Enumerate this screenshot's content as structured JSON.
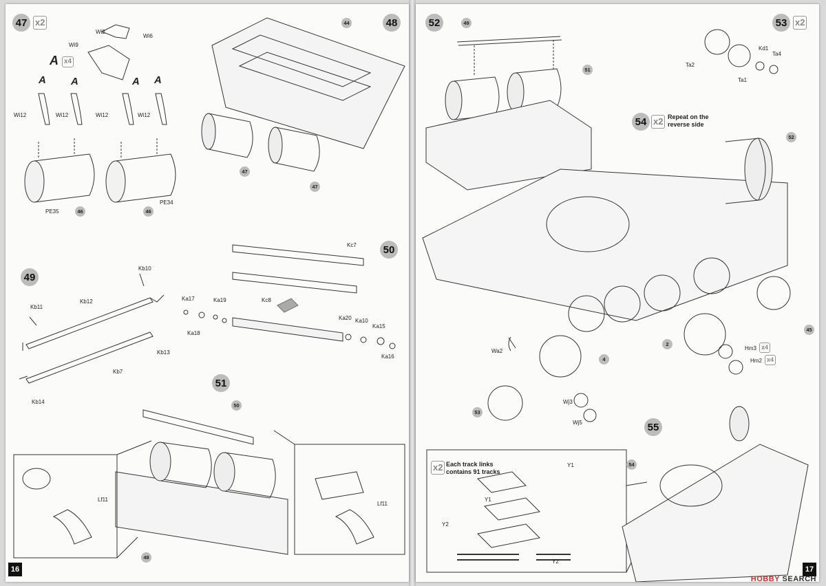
{
  "left_page": {
    "page_number": "16",
    "steps": {
      "s47": {
        "number": "47",
        "multiplier": "x2"
      },
      "s48": {
        "number": "48"
      },
      "s49": {
        "number": "49"
      },
      "s50": {
        "number": "50"
      },
      "s51": {
        "number": "51"
      }
    },
    "subassembly": {
      "letter": "A",
      "multiplier": "x4",
      "letter_small": "A"
    },
    "parts": {
      "wi2": "Wi2",
      "wi6": "Wi6",
      "wi9": "Wi9",
      "wi12": "Wi12",
      "pe35": "PE35",
      "pe34": "PE34",
      "kb10": "Kb10",
      "kb11": "Kb11",
      "kb12": "Kb12",
      "kb13": "Kb13",
      "kb7": "Kb7",
      "kb14": "Kb14",
      "kc7": "Kc7",
      "kc8": "Kc8",
      "ka17": "Ka17",
      "ka18": "Ka18",
      "ka19": "Ka19",
      "ka20": "Ka20",
      "ka10": "Ka10",
      "ka15": "Ka15",
      "ka16": "Ka16",
      "lf11": "Lf11"
    },
    "callouts": {
      "c44": "44",
      "c46": "46",
      "c47": "47",
      "c50": "50",
      "c48": "48"
    }
  },
  "right_page": {
    "page_number": "17",
    "steps": {
      "s52": {
        "number": "52"
      },
      "s53": {
        "number": "53",
        "multiplier": "x2"
      },
      "s54": {
        "number": "54",
        "multiplier": "x2",
        "note": "Repeat on the reverse side"
      },
      "s55": {
        "number": "55"
      }
    },
    "track_note": {
      "multiplier": "x2",
      "text": "Each track links contains 91 tracks"
    },
    "parts": {
      "kd1": "Kd1",
      "ta1": "Ta1",
      "ta2": "Ta2",
      "ta4": "Ta4",
      "wa2": "Wa2",
      "wj3": "Wj3",
      "wj5": "Wj5",
      "hm3": "Hm3",
      "hm2": "Hm2",
      "hm_mult": "x4",
      "y1": "Y1",
      "y2": "Y2"
    },
    "callouts": {
      "c49": "49",
      "c51": "51",
      "c52": "52",
      "c2": "2",
      "c4": "4",
      "c45": "45",
      "c53": "53",
      "c54": "54"
    }
  },
  "watermark": {
    "brand": "HOBBY",
    "brand2": "SEARCH"
  }
}
